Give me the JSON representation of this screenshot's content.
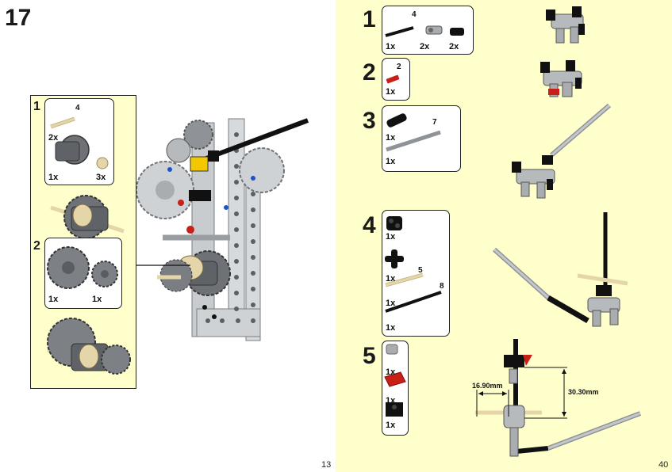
{
  "left_page": {
    "step_number": "17",
    "page_number": "13",
    "callout": {
      "sub1": {
        "number": "1",
        "part_length": "4",
        "qty_axle": "2x",
        "qty_diff": "1x",
        "qty_pin": "3x"
      },
      "sub2": {
        "number": "2",
        "qty_gear_large": "1x",
        "qty_gear_small": "1x"
      }
    }
  },
  "right_page": {
    "page_number": "40",
    "steps": [
      {
        "number": "1",
        "length": "4",
        "qty": [
          "1x",
          "2x",
          "2x"
        ]
      },
      {
        "number": "2",
        "length": "2",
        "qty": [
          "1x"
        ]
      },
      {
        "number": "3",
        "length": "7",
        "qty": [
          "1x",
          "1x"
        ]
      },
      {
        "number": "4",
        "lengths": [
          "5",
          "8"
        ],
        "qty": [
          "1x",
          "1x",
          "1x",
          "1x"
        ]
      },
      {
        "number": "5",
        "qty": [
          "1x",
          "1x",
          "1x"
        ]
      }
    ],
    "dimensions": {
      "width": "16.90mm",
      "height": "30.30mm"
    }
  },
  "colors": {
    "cream": "#ffffcc",
    "black_part": "#1a1a1a",
    "gray_part": "#a9adb0",
    "tan_part": "#e4d6a8",
    "red_part": "#c81f16",
    "yellow_part": "#f4c800",
    "blue_pin": "#1a54c8"
  }
}
